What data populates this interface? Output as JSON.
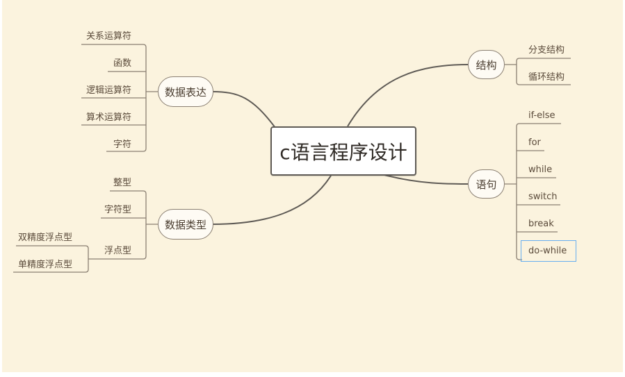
{
  "root": {
    "label": "c语言程序设计"
  },
  "branches": {
    "expr": {
      "label": "数据表达",
      "children": [
        "关系运算符",
        "函数",
        "逻辑运算符",
        "算术运算符",
        "字符"
      ]
    },
    "types": {
      "label": "数据类型",
      "children": [
        "整型",
        "字符型",
        "浮点型"
      ],
      "float_children": [
        "双精度浮点型",
        "单精度浮点型"
      ]
    },
    "struct": {
      "label": "结构",
      "children": [
        "分支结构",
        "循环结构"
      ]
    },
    "stmt": {
      "label": "语句",
      "children": [
        "if-else",
        "for",
        "while",
        "switch",
        "break",
        "do-while"
      ],
      "selected": "do-while"
    }
  },
  "colors": {
    "background": "#fbf3de",
    "line": "#5e5a55",
    "selection": "#66aef0"
  }
}
